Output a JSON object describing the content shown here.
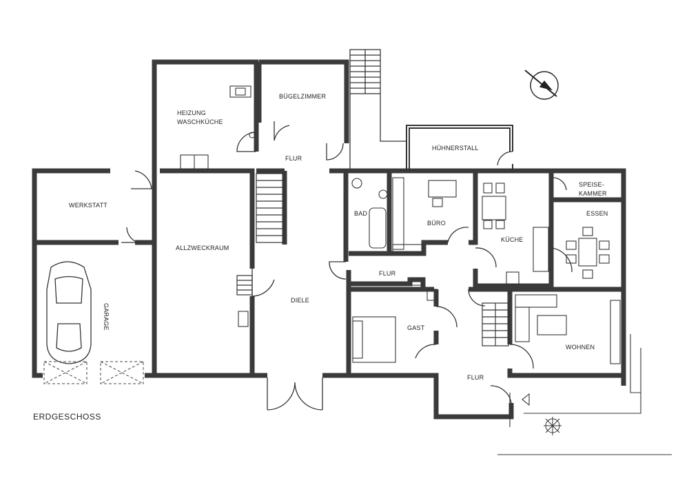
{
  "plan_title": "ERDGESCHOSS",
  "rooms": {
    "heizung": "HEIZUNG",
    "waschkueche": "WASCHKÜCHE",
    "buegelzimmer": "BÜGELZIMMER",
    "flur_top": "FLUR",
    "huehnerstall": "HÜHNERSTALL",
    "werkstatt": "WERKSTATT",
    "allzweckraum": "ALLZWECKRAUM",
    "bad": "BAD",
    "buero": "BÜRO",
    "kueche": "KÜCHE",
    "speise": "SPEISE-",
    "kammer": "KAMMER",
    "essen": "ESSEN",
    "flur_middle": "FLUR",
    "diele": "DIELE",
    "garage": "GARAGE",
    "gast": "GAST",
    "wohnen": "WOHNEN",
    "flur_bottom": "FLUR"
  },
  "colors": {
    "wall": "#3a3a3a",
    "wall_fill": "#d8d8d8",
    "line": "#333333"
  }
}
